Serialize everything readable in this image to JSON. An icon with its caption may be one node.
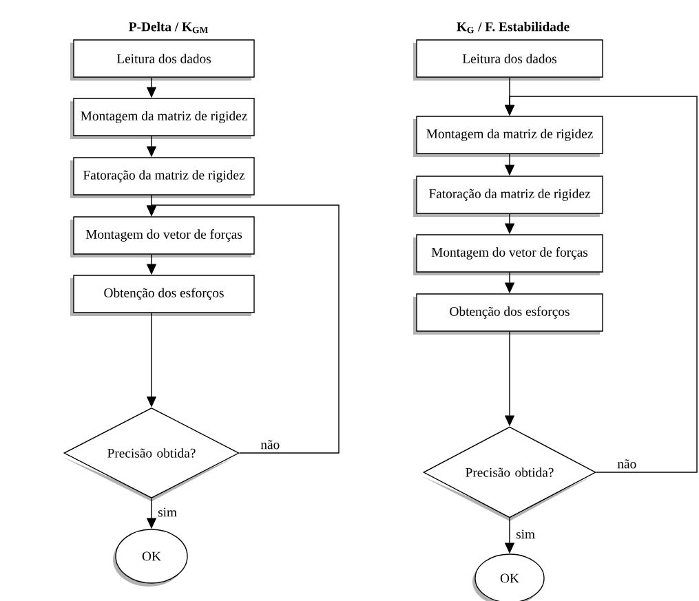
{
  "diagram": {
    "nodes": [
      {
        "text": [
          "Leitura dos dados"
        ]
      },
      {
        "text": [
          "Montagem da matriz de rigidez"
        ]
      },
      {
        "text": [
          "Fatoração da matriz de rigidez"
        ]
      },
      {
        "text": [
          "Montagem do vetor de forças"
        ]
      },
      {
        "text": [
          "Obtenção dos esforços"
        ]
      },
      {
        "text": [
          "Precisão obtida?"
        ]
      },
      {
        "text": [
          "OK"
        ]
      },
      {
        "text": [
          "Leitura dos dados"
        ]
      },
      {
        "text": [
          "Montagem da matriz de rigidez"
        ]
      },
      {
        "text": [
          "Fatoração da matriz de rigidez"
        ]
      },
      {
        "text": [
          "Montagem do vetor de forças"
        ]
      },
      {
        "text": [
          "Obtenção dos esforços"
        ]
      },
      {
        "text": [
          "Precisão obtida?"
        ]
      },
      {
        "text": [
          "OK"
        ]
      }
    ],
    "edges": [
      {
        "from": 0,
        "to": 1,
        "arrow": "to"
      },
      {
        "from": 1,
        "to": 2,
        "arrow": "to"
      },
      {
        "from": 2,
        "to": 3,
        "arrow": "to"
      },
      {
        "from": 3,
        "to": 4,
        "arrow": "to"
      },
      {
        "from": 4,
        "to": 5,
        "arrow": "to"
      },
      {
        "from": 5,
        "to": 6,
        "arrow": "to",
        "label": "sim"
      },
      {
        "from": 5,
        "to": 3,
        "arrow": "to",
        "label": "não"
      },
      {
        "from": 7,
        "to": 8,
        "arrow": "to"
      },
      {
        "from": 8,
        "to": 9,
        "arrow": "to"
      },
      {
        "from": 9,
        "to": 10,
        "arrow": "to"
      },
      {
        "from": 10,
        "to": 11,
        "arrow": "to"
      },
      {
        "from": 11,
        "to": 12,
        "arrow": "to"
      },
      {
        "from": 12,
        "to": 13,
        "arrow": "to",
        "label": "sim"
      },
      {
        "from": 12,
        "to": 8,
        "arrow": "to",
        "label": "não"
      }
    ],
    "labels": [
      "P-Delta / K$_{GM}$",
      "K$_{G}$ / F. Estabilidade"
    ]
  }
}
